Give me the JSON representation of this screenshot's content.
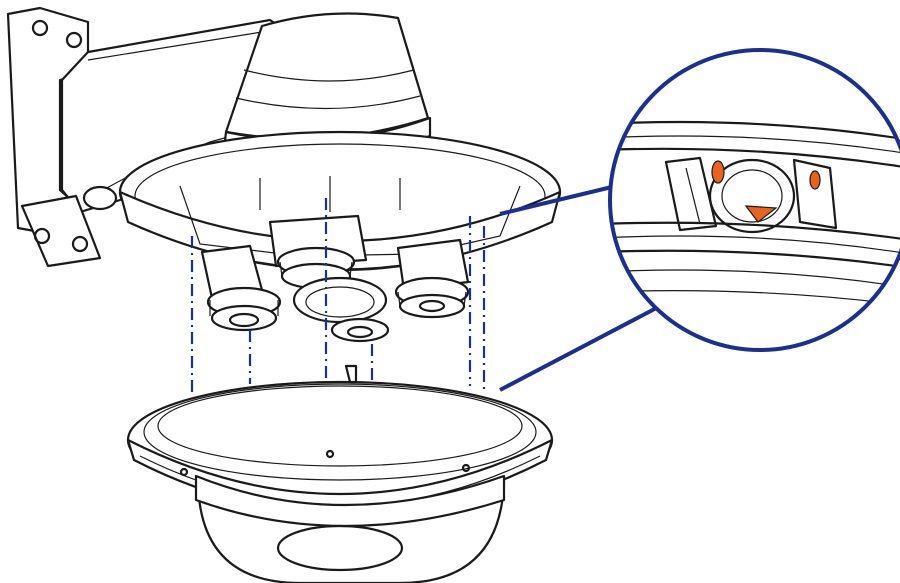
{
  "figure": {
    "colors": {
      "line": "#1a1a1a",
      "guide": "#1c2f8f",
      "callout": "#1c2f8f",
      "marker": "#e8631c",
      "background": "#ffffff"
    },
    "icons": [
      "wall-mount-bracket",
      "camera-housing",
      "lens-module",
      "dome-cover",
      "magnifier-callout",
      "alignment-tab"
    ]
  }
}
